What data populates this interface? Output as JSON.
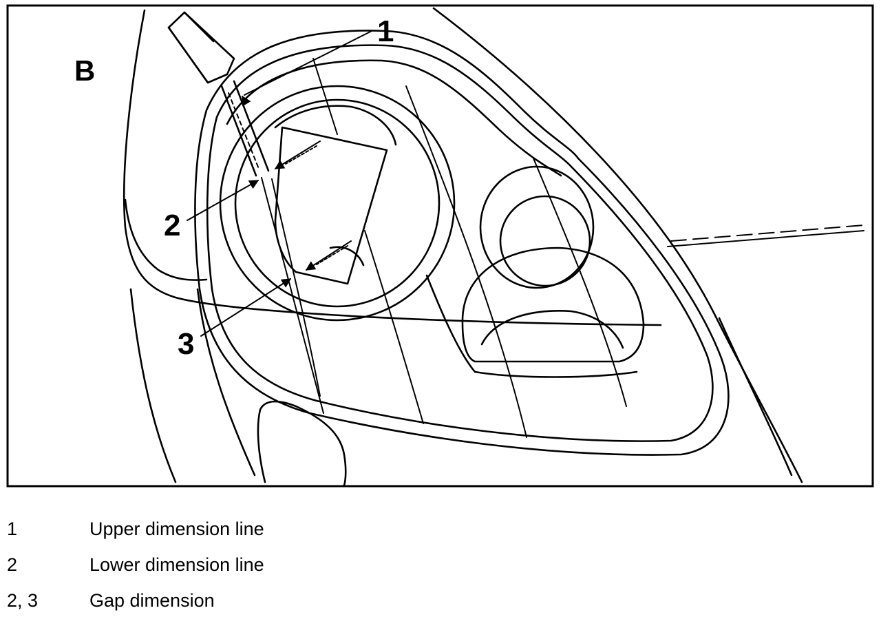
{
  "figure": {
    "panel_label": "B",
    "callouts": [
      "1",
      "2",
      "3"
    ]
  },
  "legend": [
    {
      "key": "1",
      "text": "Upper dimension line"
    },
    {
      "key": "2",
      "text": "Lower dimension line"
    },
    {
      "key": "2, 3",
      "text": "Gap dimension"
    }
  ]
}
